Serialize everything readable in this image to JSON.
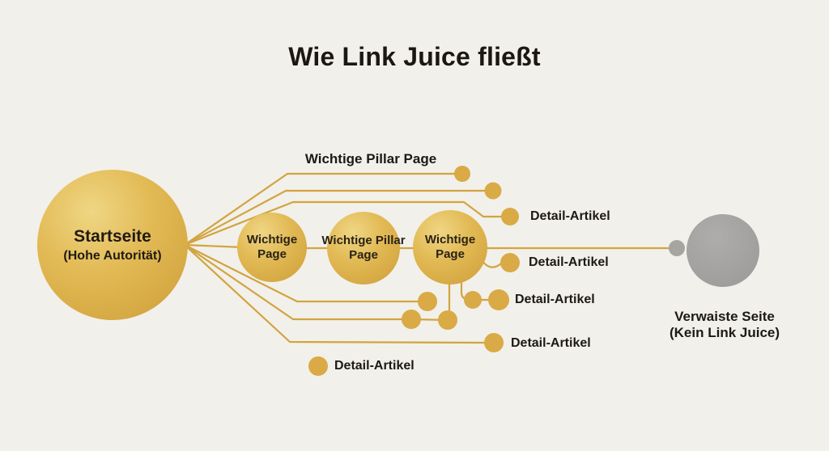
{
  "title": "Wie Link Juice fließt",
  "diagram": {
    "source_node": {
      "label": "Startseite",
      "sublabel": "(Hohe Autorität)"
    },
    "pillar_group_label": "Wichtige Pillar Page",
    "pillar_nodes": [
      {
        "label": "Wichtige Page"
      },
      {
        "label": "Wichtige Pillar Page"
      },
      {
        "label": "Wichtige Page"
      }
    ],
    "detail_labels": [
      "Detail-Artikel",
      "Detail-Artikel",
      "Detail-Artikel",
      "Detail-Artikel",
      "Detail-Artikel"
    ],
    "orphan_node": {
      "label": "Verwaiste Seite",
      "sublabel": "(Kein Link Juice)"
    }
  },
  "colors": {
    "background": "#f2f0ea",
    "link_line": "#d2a440",
    "gold_node": "#ddb14c",
    "gray_node": "#a3a2a0",
    "text": "#1d1915"
  }
}
